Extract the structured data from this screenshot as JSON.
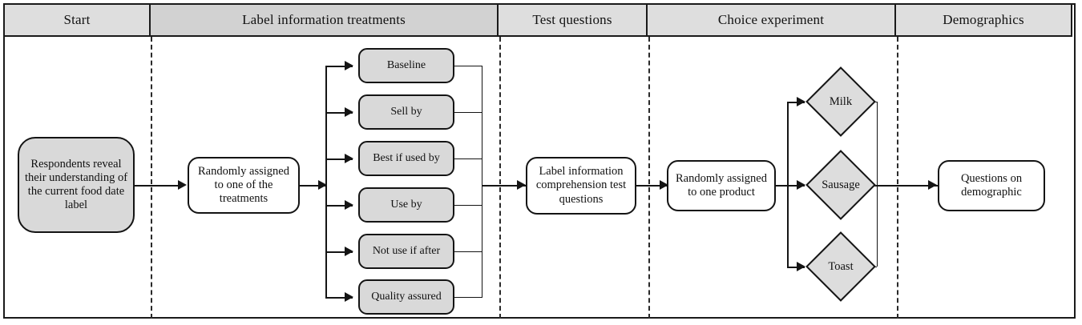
{
  "figure": {
    "title": "Survey flow diagram",
    "colors": {
      "header_fill": "#dedede",
      "header_fill_shaded": "#d2d2d2",
      "node_fill": "#d9d9d9",
      "node_fill_white": "#ffffff",
      "diamond_fill": "#dddddd",
      "stroke": "#141414",
      "divider": "#2a2a2a",
      "background": "#ffffff"
    }
  },
  "header": {
    "columns": [
      {
        "label": "Start",
        "shaded": false
      },
      {
        "label": "Label information treatments",
        "shaded": true
      },
      {
        "label": "Test questions",
        "shaded": false
      },
      {
        "label": "Choice experiment",
        "shaded": false
      },
      {
        "label": "Demographics",
        "shaded": false
      }
    ]
  },
  "nodes": {
    "start": {
      "label": "Respondents reveal their understanding of the current food date label"
    },
    "randomize_treatment": {
      "label": "Randomly assigned to one of the treatments"
    },
    "test_questions": {
      "label": "Label information comprehension test questions"
    },
    "randomize_product": {
      "label": "Randomly assigned to one product"
    },
    "demographics": {
      "label": "Questions on demographic"
    }
  },
  "treatments": [
    {
      "label": "Baseline"
    },
    {
      "label": "Sell by"
    },
    {
      "label": "Best if used by"
    },
    {
      "label": "Use by"
    },
    {
      "label": "Not use if after"
    },
    {
      "label": "Quality assured"
    }
  ],
  "products": [
    {
      "label": "Milk"
    },
    {
      "label": "Sausage"
    },
    {
      "label": "Toast"
    }
  ]
}
